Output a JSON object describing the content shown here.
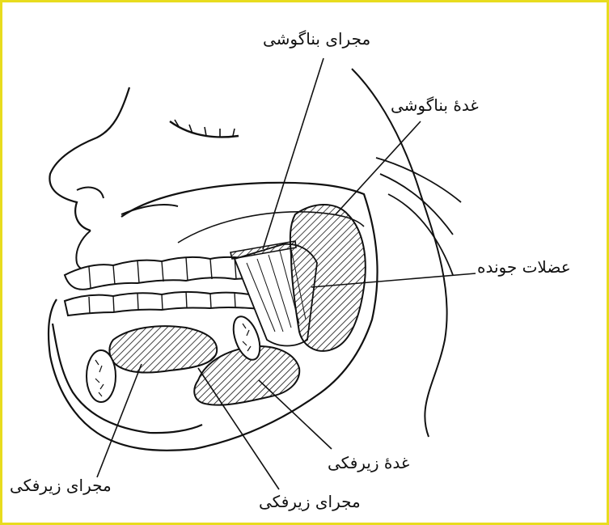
{
  "colors": {
    "frame_border": "#e8dc1e",
    "ink": "#111111",
    "paper": "#ffffff"
  },
  "labels": {
    "parotid_duct": "مجرای بناگوشی",
    "parotid_gland": "غدهٔ بناگوشی",
    "masticatory_muscles": "عضلات جونده",
    "submandibular_gland": "غدهٔ زیرفکی",
    "submandibular_duct_left": "مجرای زیرفکی",
    "submandibular_duct_bottom": "مجرای زیرفکی"
  }
}
